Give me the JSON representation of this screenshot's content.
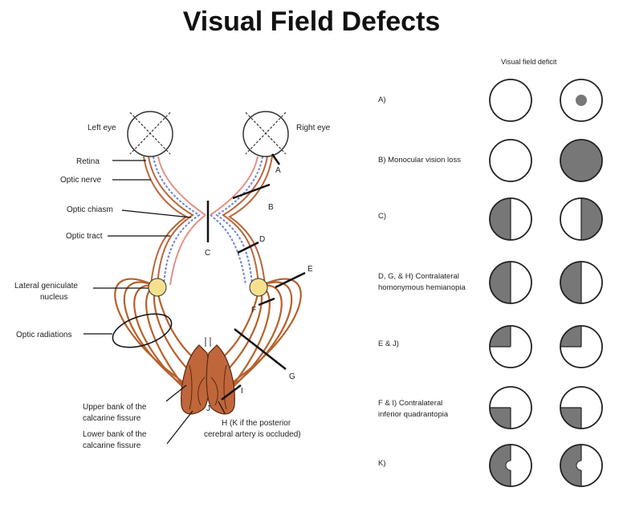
{
  "title": "Visual Field Defects",
  "colors": {
    "tract_brown": "#b9673a",
    "radiation_brown": "#b5612c",
    "nerve_blue": "#6f86cf",
    "nerve_pink": "#e58f86",
    "lgn_fill": "#f6e08f",
    "calcarine": "#c0663b",
    "calcarine_dark": "#8a3a15",
    "deficit_gray": "#777777"
  },
  "anatomy": {
    "left_eye": "Left eye",
    "right_eye": "Right eye",
    "retina": "Retina",
    "optic_nerve": "Optic nerve",
    "optic_chiasm": "Optic chiasm",
    "optic_tract": "Optic tract",
    "lgn_line1": "Lateral geniculate",
    "lgn_line2": "nucleus",
    "optic_radiations": "Optic radiations",
    "upper_bank_line1": "Upper bank of the",
    "upper_bank_line2": "calcarine fissure",
    "lower_bank_line1": "Lower bank of the",
    "lower_bank_line2": "calcarine fissure",
    "h_note_line1": "H (K if the posterior",
    "h_note_line2": "cerebral artery is occluded)"
  },
  "lesion_letters": {
    "A": "A",
    "B": "B",
    "C": "C",
    "D": "D",
    "E": "E",
    "F": "F",
    "G": "G",
    "I": "I",
    "J": "J"
  },
  "deficits": {
    "header": "Visual field deficit",
    "rows": [
      {
        "label": "A)",
        "left": "normal",
        "right": "central-scotoma"
      },
      {
        "label": "B) Monocular vision loss",
        "left": "normal",
        "right": "full-loss"
      },
      {
        "label": "C)",
        "left": "left-half",
        "right": "right-half"
      },
      {
        "label_line1": "D, G, & H) Contralateral",
        "label_line2": "homonymous hemianopia",
        "left": "left-half",
        "right": "left-half"
      },
      {
        "label": "E & J)",
        "left": "upper-left-quadrant",
        "right": "upper-left-quadrant"
      },
      {
        "label_line1": "F & I) Contralateral",
        "label_line2": "inferior quadrantopia",
        "left": "lower-left-quadrant",
        "right": "lower-left-quadrant"
      },
      {
        "label": "K)",
        "left": "left-half-macular-sparing",
        "right": "left-half-macular-sparing"
      }
    ]
  }
}
